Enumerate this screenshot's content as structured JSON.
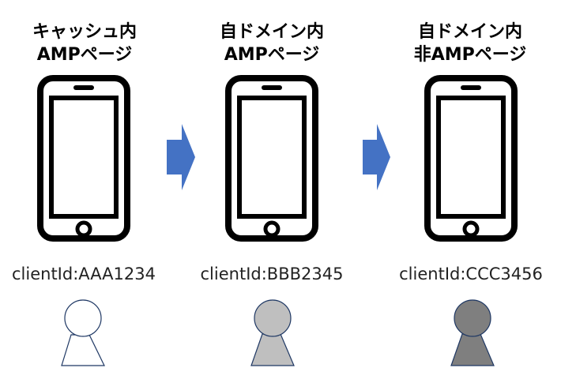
{
  "columns": [
    {
      "title_lines": [
        "キャッシュ内",
        "AMPページ"
      ],
      "client_id": "clientId:AAA1234",
      "person_color": "#ffffff"
    },
    {
      "title_lines": [
        "自ドメイン内",
        "AMPページ"
      ],
      "client_id": "clientId:BBB2345",
      "person_color": "#bfbfbf"
    },
    {
      "title_lines": [
        "自ドメイン内",
        "非AMPページ"
      ],
      "client_id": "clientId:CCC3456",
      "person_color": "#7f7f7f"
    }
  ],
  "colors": {
    "arrow": "#4472c4",
    "phone": "#000000",
    "person_outline": "#1f3864"
  },
  "icons": [
    "smartphone-icon",
    "right-arrow-icon",
    "person-icon"
  ]
}
